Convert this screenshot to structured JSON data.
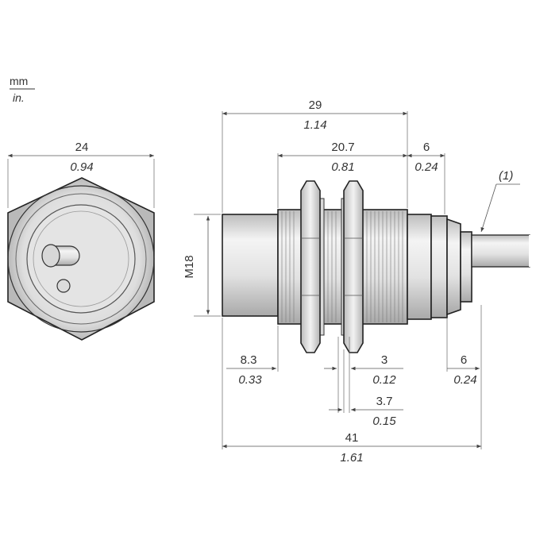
{
  "units": {
    "primary": "mm",
    "secondary": "in."
  },
  "callout": "(1)",
  "thread_label": "M18",
  "dimensions": {
    "front_width": {
      "mm": "24",
      "in": "0.94"
    },
    "length_29": {
      "mm": "29",
      "in": "1.14"
    },
    "thread_length": {
      "mm": "20.7",
      "in": "0.81"
    },
    "rear_6_top": {
      "mm": "6",
      "in": "0.24"
    },
    "face_8_3": {
      "mm": "8.3",
      "in": "0.33"
    },
    "nut_3": {
      "mm": "3",
      "in": "0.12"
    },
    "nut_3_7": {
      "mm": "3.7",
      "in": "0.15"
    },
    "rear_6_bottom": {
      "mm": "6",
      "in": "0.24"
    },
    "overall": {
      "mm": "41",
      "in": "1.61"
    }
  },
  "colors": {
    "body_fill": "#e6e6e6",
    "line": "#222222",
    "dim_line": "#555555"
  }
}
